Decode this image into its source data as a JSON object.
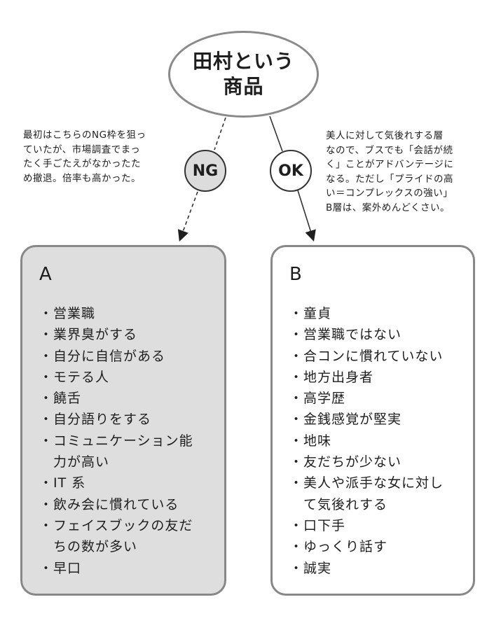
{
  "center": {
    "line1": "田村という",
    "line2": "商品"
  },
  "notes": {
    "left": "最初はこちらのNG枠を狙っ\nていたが、市場調査でまっ\nたく手ごたえがなかったた\nめ撤退。倍率も高かった。",
    "right": "美人に対して気後れする層\nなので、ブスでも「会話が続\nく」ことがアドバンテージに\nなる。ただし「プライドの高\nい＝コンプレックスの強い」\nB層は、案外めんどくさい。"
  },
  "badges": {
    "ng": "NG",
    "ok": "OK"
  },
  "boxes": {
    "a": {
      "title": "A",
      "bullet": "・",
      "items": [
        "営業職",
        "業界臭がする",
        "自分に自信がある",
        "モテる人",
        "饒舌",
        "自分語りをする",
        "コミュニケーション能\n力が高い",
        "IT 系",
        "飲み会に慣れている",
        "フェイスブックの友だ\nちの数が多い",
        "早口"
      ]
    },
    "b": {
      "title": "B",
      "bullet": "・",
      "items": [
        "童貞",
        "営業職ではない",
        "合コンに慣れていない",
        "地方出身者",
        "高学歴",
        "金銭感覚が堅実",
        "地味",
        "友だちが少ない",
        "美人や派手な女に対し\nて気後れする",
        "口下手",
        "ゆっくり話す",
        "誠実"
      ]
    }
  },
  "colors": {
    "box_a_fill": "#dedede",
    "box_b_fill": "#ffffff",
    "border": "#888888",
    "ng_fill": "#dcdcdc"
  }
}
